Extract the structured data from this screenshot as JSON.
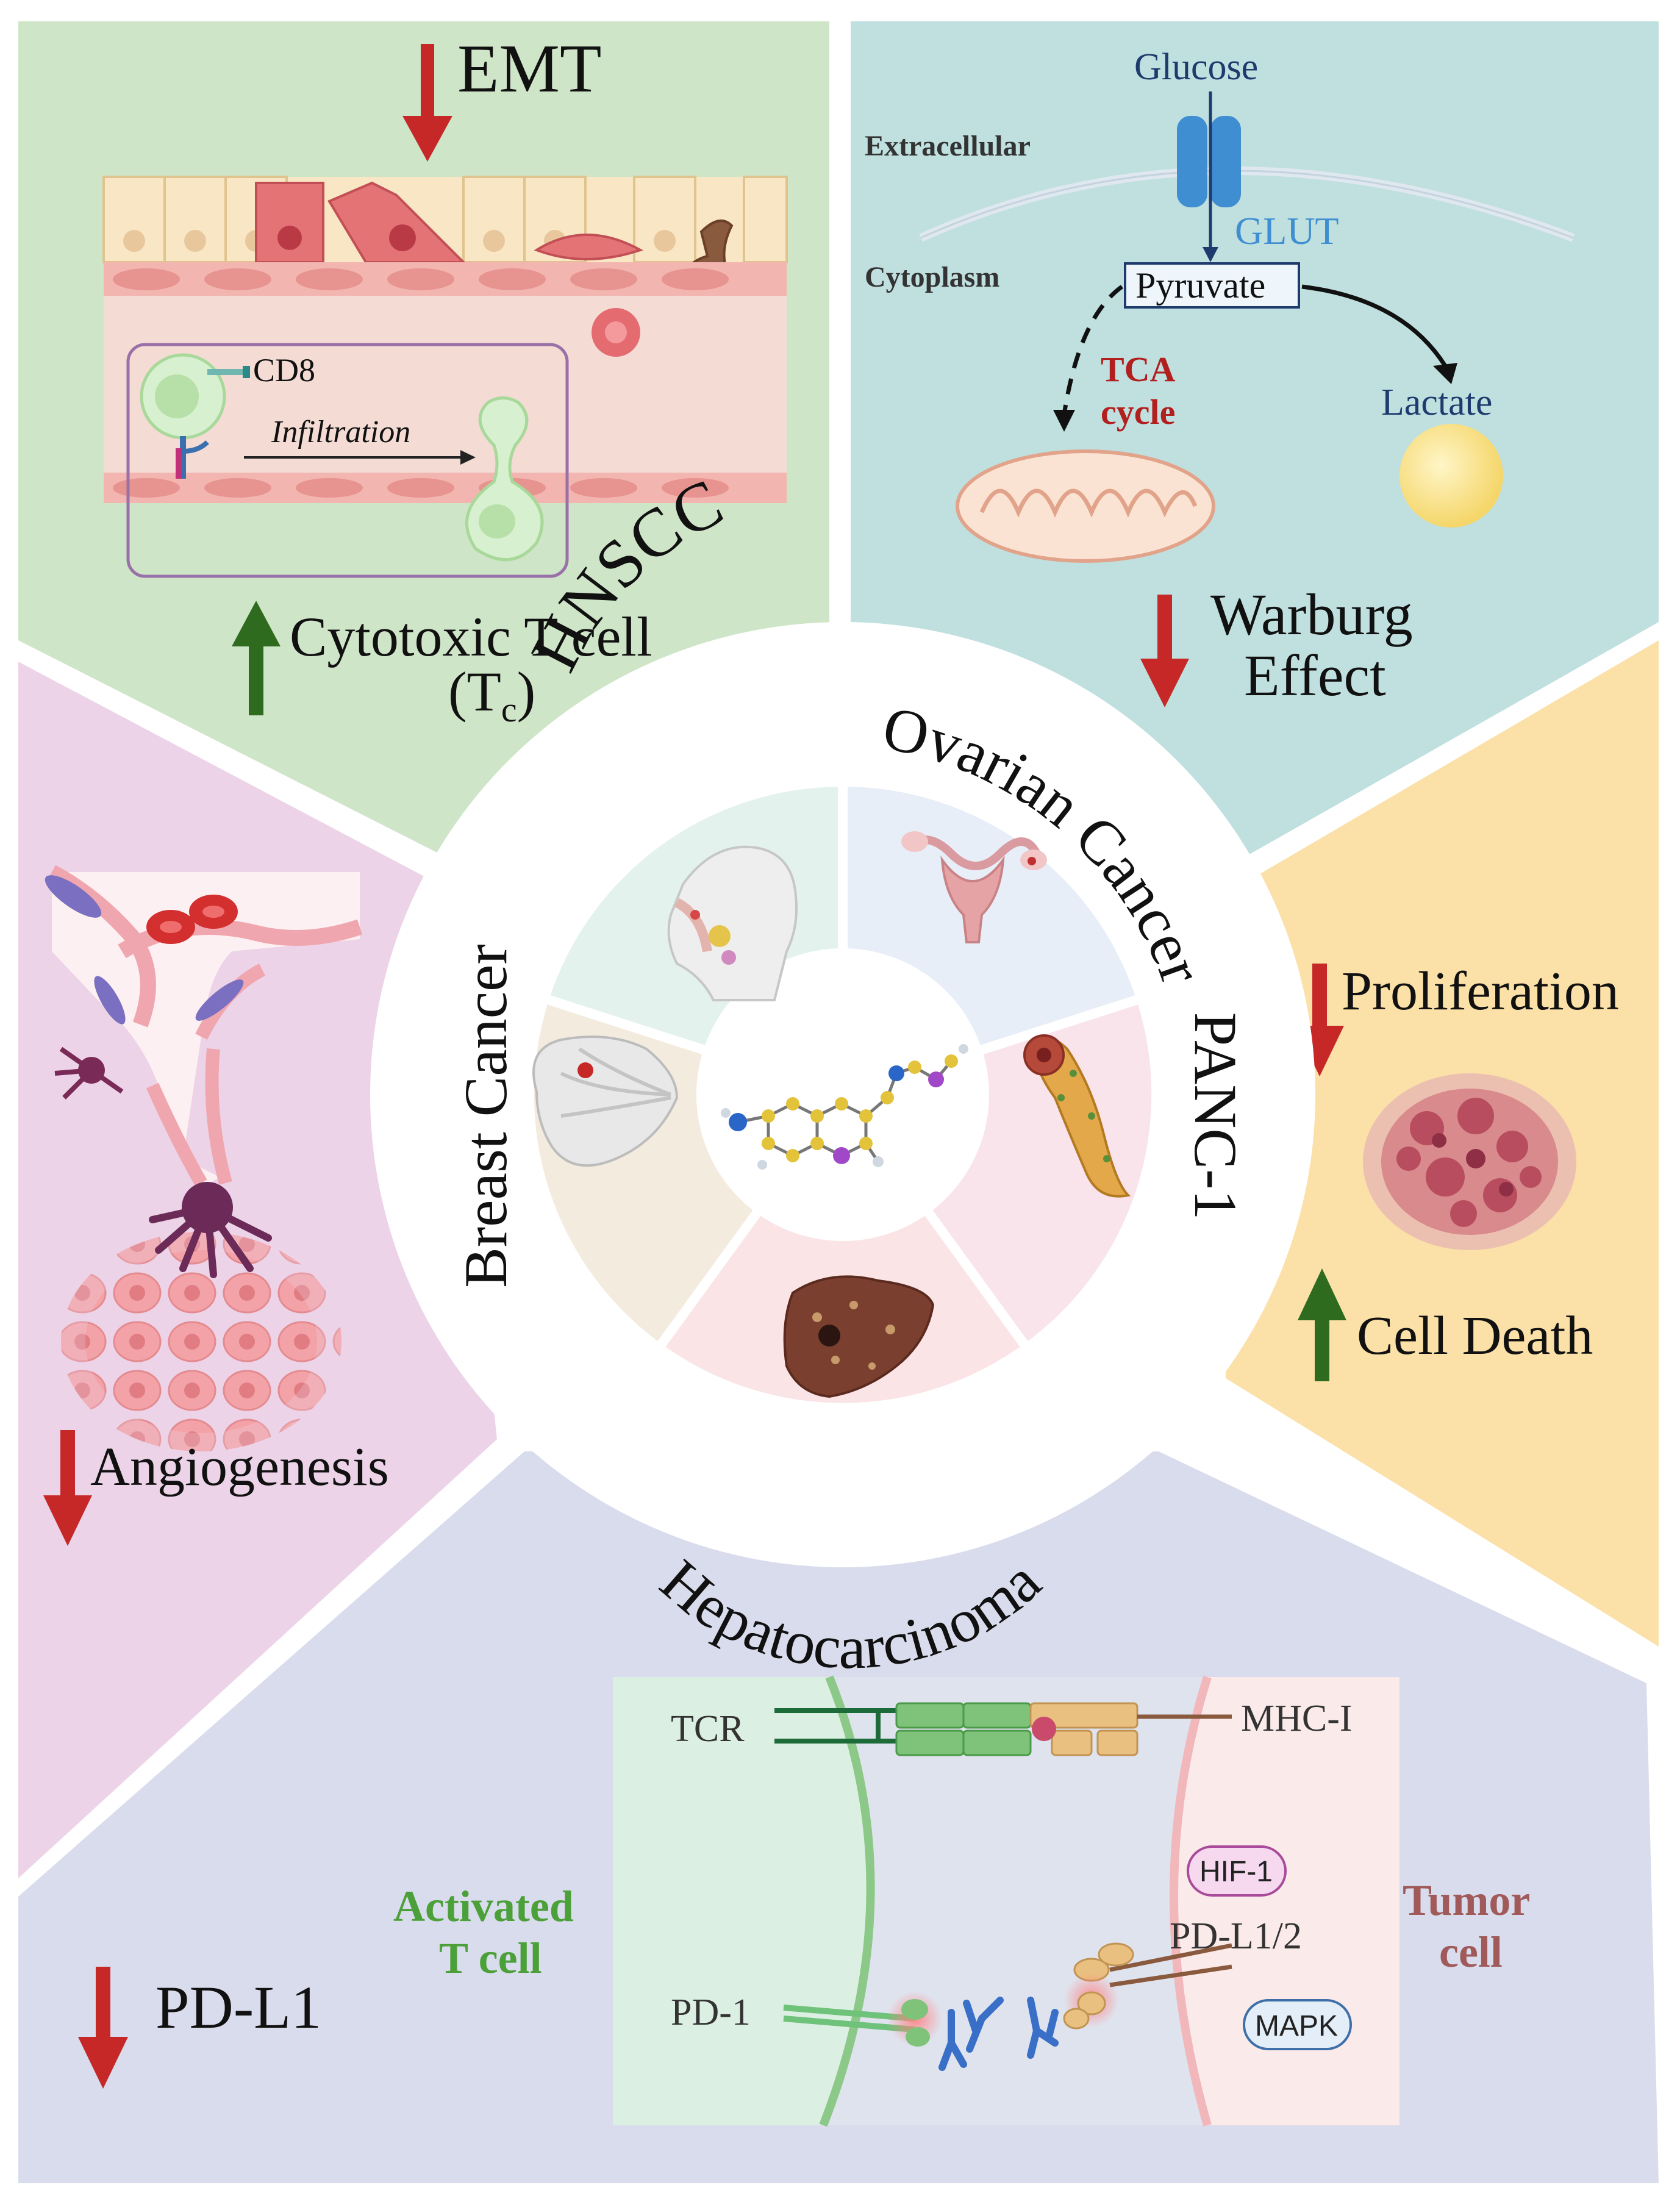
{
  "center": {
    "labels": {
      "hnscc": "HNSCC",
      "ovarian": "Ovarian Cancer",
      "panc": "PANC-1",
      "hepato": "Hepatocarcinoma",
      "breast": "Breast Cancer"
    }
  },
  "emt_panel": {
    "title": "EMT",
    "cd8": "CD8",
    "infiltration": "Infiltration",
    "tcell_line1": "Cytotoxic T cell",
    "tcell_line2_main": "(T",
    "tcell_line2_sub": "c",
    "tcell_line2_end": ")"
  },
  "warburg_panel": {
    "glucose": "Glucose",
    "extracellular": "Extracellular",
    "cytoplasm": "Cytoplasm",
    "glut": "GLUT",
    "pyruvate": "Pyruvate",
    "tca_line1": "TCA",
    "tca_line2": "cycle",
    "lactate": "Lactate",
    "title_line1": "Warburg",
    "title_line2": "Effect"
  },
  "prolif_panel": {
    "proliferation": "Proliferation",
    "cell_death": "Cell Death"
  },
  "angio_panel": {
    "angiogenesis": "Angiogenesis"
  },
  "pdl1_panel": {
    "title": "PD-L1",
    "tcr": "TCR",
    "mhc": "MHC-I",
    "activated_line1": "Activated",
    "activated_line2": "T cell",
    "tumor_line1": "Tumor",
    "tumor_line2": "cell",
    "hif": "HIF-1",
    "pdl12": "PD-L1/2",
    "pd1": "PD-1",
    "mapk": "MAPK"
  },
  "colors": {
    "down_arrow": "#c62828",
    "up_arrow": "#2e6b1f",
    "green_panel": "#cfe5c8",
    "blue_panel": "#bfe0df",
    "orange_panel": "#fbe0a8",
    "pink_panel": "#ecd3e8",
    "lavender_panel": "#d9dcec"
  }
}
